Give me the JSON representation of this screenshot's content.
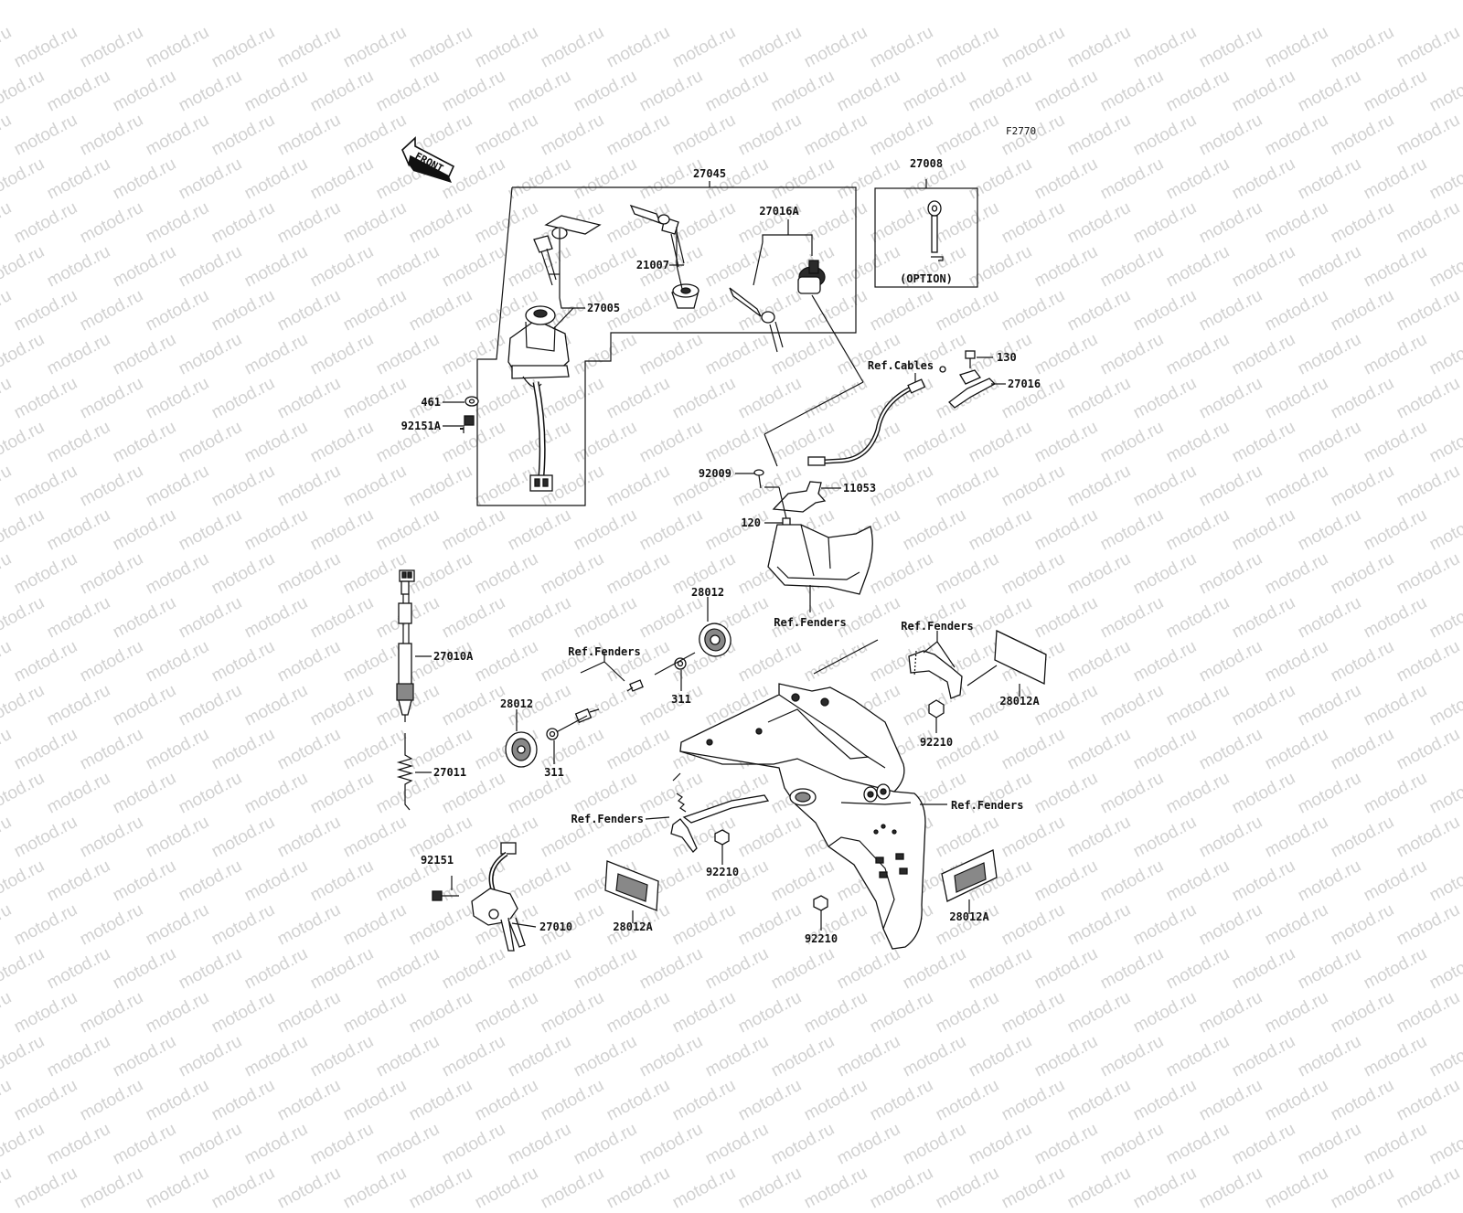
{
  "figure_code": "F2770",
  "front_marker": "FRONT",
  "option_note": "(OPTION)",
  "watermark_text": "motod.ru",
  "labels": {
    "p27045": "27045",
    "p27008": "27008",
    "p27016A": "27016A",
    "p21007": "21007",
    "p27005": "27005",
    "p461": "461",
    "p92151A": "92151A",
    "refCables": "Ref.Cables",
    "p130": "130",
    "p27016": "27016",
    "p92009": "92009",
    "p11053": "11053",
    "p120": "120",
    "refFenders1": "Ref.Fenders",
    "p28012top": "28012",
    "refFenders2": "Ref.Fenders",
    "p311a": "311",
    "p28012left": "28012",
    "p311b": "311",
    "refFenders3": "Ref.Fenders",
    "p28012A_r1": "28012A",
    "p92210a": "92210",
    "refFenders4": "Ref.Fenders",
    "refFenders5": "Ref.Fenders",
    "p92210b": "92210",
    "p28012A_l": "28012A",
    "p92210c": "92210",
    "p28012A_r2": "28012A",
    "p27010A": "27010A",
    "p27011": "27011",
    "p92151": "92151",
    "p27010": "27010"
  }
}
